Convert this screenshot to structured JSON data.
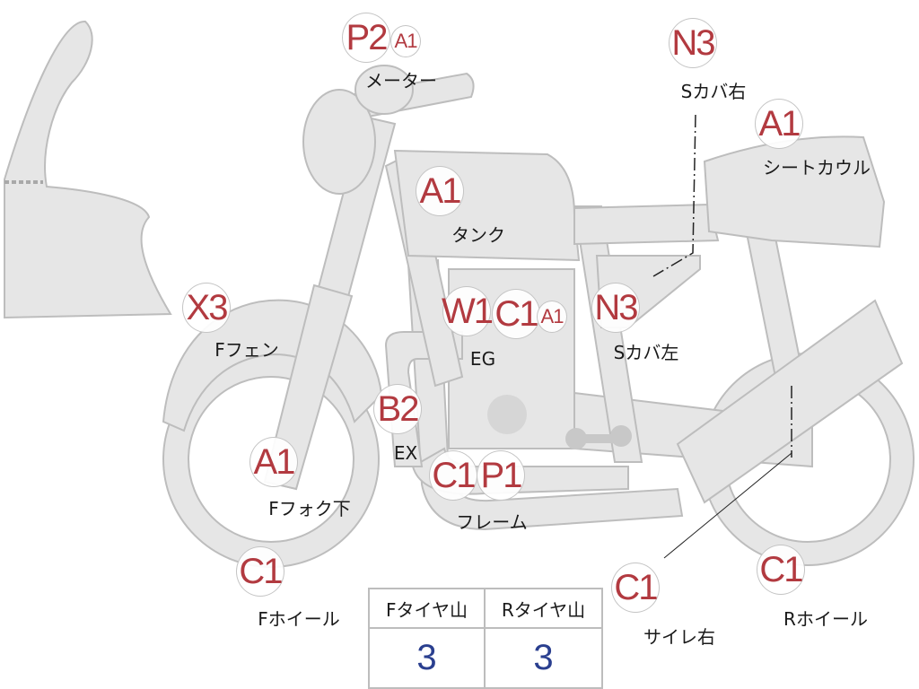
{
  "colors": {
    "body_fill": "#e6e6e6",
    "outline": "#bdbdbd",
    "grade_text": "#b23a40",
    "value_text": "#2a3f8f"
  },
  "parts": [
    {
      "id": "meter",
      "label": "メーター",
      "grades": [
        "P2",
        "A1"
      ]
    },
    {
      "id": "side-cover-right",
      "label": "Sカバ右",
      "grades": [
        "N3"
      ]
    },
    {
      "id": "seat-cowl",
      "label": "シートカウル",
      "grades": [
        "A1"
      ]
    },
    {
      "id": "tank",
      "label": "タンク",
      "grades": [
        "A1"
      ]
    },
    {
      "id": "front-fender",
      "label": "Fフェン",
      "grades": [
        "X3"
      ]
    },
    {
      "id": "engine",
      "label": "EG",
      "grades": [
        "W1",
        "C1",
        "A1"
      ]
    },
    {
      "id": "side-cover-left",
      "label": "Sカバ左",
      "grades": [
        "N3"
      ]
    },
    {
      "id": "exhaust",
      "label": "EX",
      "grades": [
        "B2"
      ]
    },
    {
      "id": "front-fork-lower",
      "label": "Fフォク下",
      "grades": [
        "A1"
      ]
    },
    {
      "id": "frame",
      "label": "フレーム",
      "grades": [
        "C1",
        "P1"
      ]
    },
    {
      "id": "front-wheel",
      "label": "Fホイール",
      "grades": [
        "C1"
      ]
    },
    {
      "id": "silencer-right",
      "label": "サイレ右",
      "grades": [
        "C1"
      ]
    },
    {
      "id": "rear-wheel",
      "label": "Rホイール",
      "grades": [
        "C1"
      ]
    }
  ],
  "tire_table": {
    "headers": [
      "Fタイヤ山",
      "Rタイヤ山"
    ],
    "values": [
      "3",
      "3"
    ]
  }
}
